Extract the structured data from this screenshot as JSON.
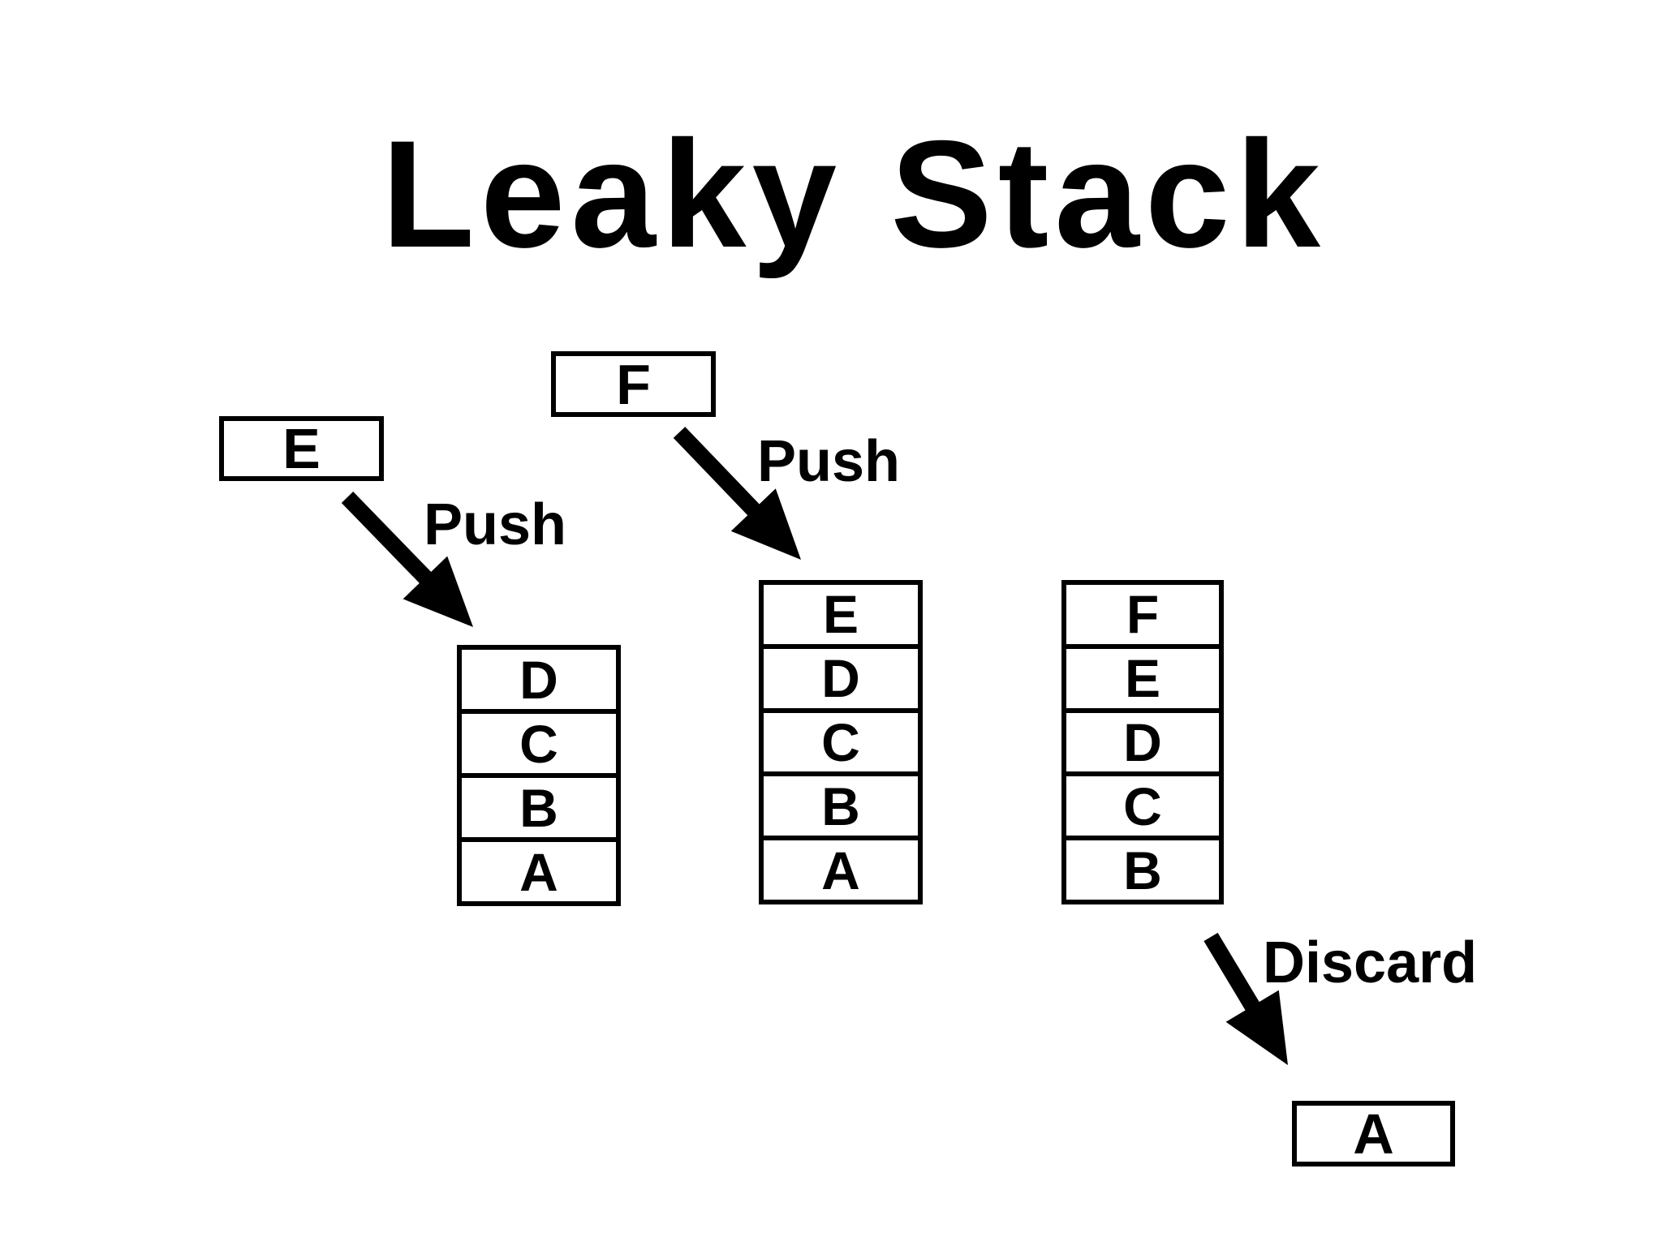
{
  "title": "Leaky Stack",
  "colors": {
    "ink": "#000000",
    "background": "#ffffff"
  },
  "items": {
    "pushed_first": "E",
    "pushed_second": "F",
    "discarded": "A"
  },
  "labels": {
    "push1": "Push",
    "push2": "Push",
    "discard": "Discard"
  },
  "stacks": [
    {
      "name": "initial-stack",
      "cells": [
        "D",
        "C",
        "B",
        "A"
      ]
    },
    {
      "name": "stack-after-push-e",
      "cells": [
        "E",
        "D",
        "C",
        "B",
        "A"
      ]
    },
    {
      "name": "stack-after-push-f-leak",
      "cells": [
        "F",
        "E",
        "D",
        "C",
        "B"
      ]
    }
  ]
}
